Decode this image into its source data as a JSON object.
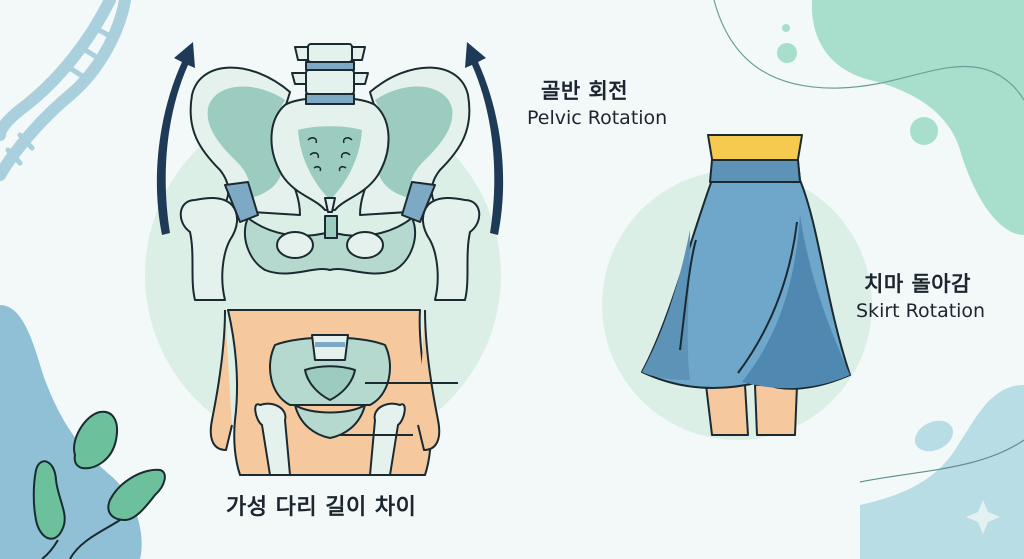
{
  "labels": {
    "pelvic_rotation": {
      "ko": "골반 회전",
      "en": "Pelvic Rotation"
    },
    "skirt_rotation": {
      "ko": "치마 돌아감",
      "en": "Skirt Rotation"
    },
    "leg_length": {
      "ko": "가성 다리 길이 차이"
    }
  },
  "icons": {
    "dna": "dna-helix-icon",
    "bacteria": "bacteria-icon",
    "sparkle": "sparkle-icon",
    "rotation_arrows": "curved-arrow-up-icon"
  },
  "colors": {
    "background": "#f2f9f8",
    "mint_blob": "#a8dfcc",
    "blue_blob": "#8fc0d6",
    "light_circle": "#dcefe6",
    "bone_fill": "#e4f1ec",
    "bone_shade": "#9ccbc0",
    "disc_blue": "#7ea9c4",
    "arrow_navy": "#1f3a56",
    "skin": "#f5c89e",
    "skin_shade": "#e9a878",
    "skirt_blue": "#6fa7cb",
    "skirt_dark": "#4f88b0",
    "waistband_yellow": "#f6c94f",
    "text": "#1c2530"
  }
}
